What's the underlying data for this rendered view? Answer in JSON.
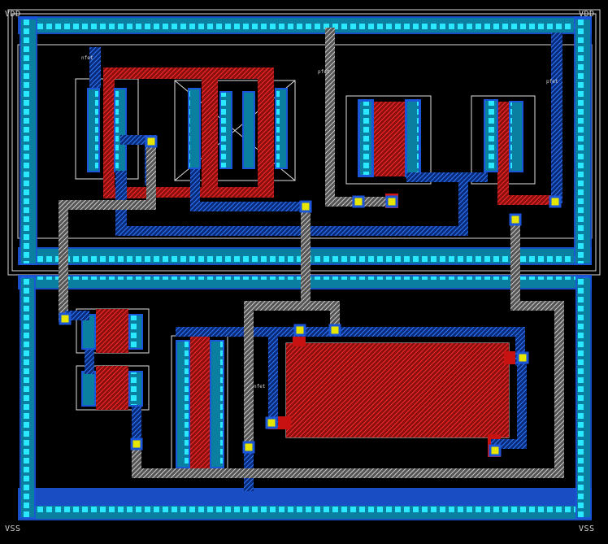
{
  "labels": {
    "vdd_left": "VDD",
    "vdd_right": "VDD",
    "vss_left": "VSS",
    "vss_right": "VSS",
    "dev_a": "nfet",
    "dev_b": "pfet",
    "dev_c": "pfet",
    "dev_d": "nfet"
  },
  "colors": {
    "background": "#000000",
    "metal1": "#1e6fff",
    "diffusion": "#00e5ff",
    "poly": "#ff2020",
    "via": "#e6e600",
    "outline": "#ffffff",
    "well": "#ffffff"
  },
  "layers": [
    "n-well",
    "diffusion",
    "poly",
    "metal1",
    "metal2",
    "contact",
    "via"
  ]
}
